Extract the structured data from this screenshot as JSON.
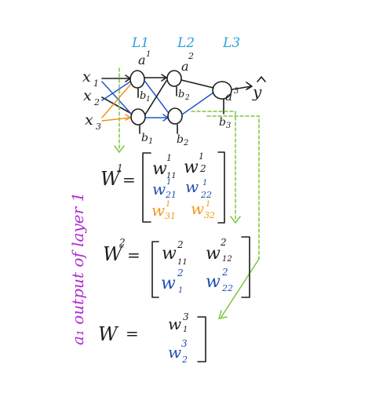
{
  "layers": {
    "l1": "L1",
    "l2": "L2",
    "l3": "L3"
  },
  "inputs": {
    "x1": "x",
    "x1_sub": "1",
    "x2": "x",
    "x2_sub": "2",
    "x3": "x",
    "x3_sub": "3"
  },
  "nodes": {
    "a1": "a",
    "a1_sup": "1",
    "a2": "a",
    "a2_sup": "2",
    "a3": "a",
    "a3_sup": "3",
    "y_hat": "y"
  },
  "biases": {
    "b1_top": "b",
    "b1_top_sub": "1",
    "b2_top": "b",
    "b2_top_sub": "2",
    "b1_bottom": "b",
    "b1_bottom_sub": "1",
    "b2_bottom": "b",
    "b2_bottom_sub": "2",
    "b3": "b",
    "b3_sub": "3"
  },
  "w1": {
    "lhs": "W",
    "lhs_sup": "1",
    "eq": "=",
    "r1c1": "w",
    "r1c1_sup": "1",
    "r1c1_sub": "11",
    "r1c2": "w",
    "r1c2_sup": "1",
    "r1c2_sub": "2",
    "r2c1": "w",
    "r2c1_sup": "1",
    "r2c1_sub": "21",
    "r2c2": "w",
    "r2c2_sup": "1",
    "r2c2_sub": "22",
    "r3c1": "w",
    "r3c1_sup": "1",
    "r3c1_sub": "31",
    "r3c2": "w",
    "r3c2_sup": "1",
    "r3c2_sub": "32"
  },
  "w2": {
    "lhs": "W",
    "lhs_sup": "2",
    "eq": "=",
    "r1c1": "w",
    "r1c1_sup": "2",
    "r1c1_sub": "11",
    "r1c2": "w",
    "r1c2_sup": "2",
    "r1c2_sub": "12",
    "r2c1": "w",
    "r2c1_sup": "2",
    "r2c1_sub": "1",
    "r2c2": "w",
    "r2c2_sup": "2",
    "r2c2_sub": "22"
  },
  "w3": {
    "lhs": "W",
    "eq": "=",
    "r1": "w",
    "r1_sup": "3",
    "r1_sub": "1",
    "r2": "w",
    "r2_sup": "3",
    "r2_sub": "2"
  },
  "side_note": "a₁ output of layer 1",
  "colors": {
    "ink": "#1d1d1d",
    "blue": "#1f4fb0",
    "cyan": "#2aa3d8",
    "orange": "#f29a1a",
    "green": "#7dc63b",
    "purple": "#b02bd6"
  }
}
